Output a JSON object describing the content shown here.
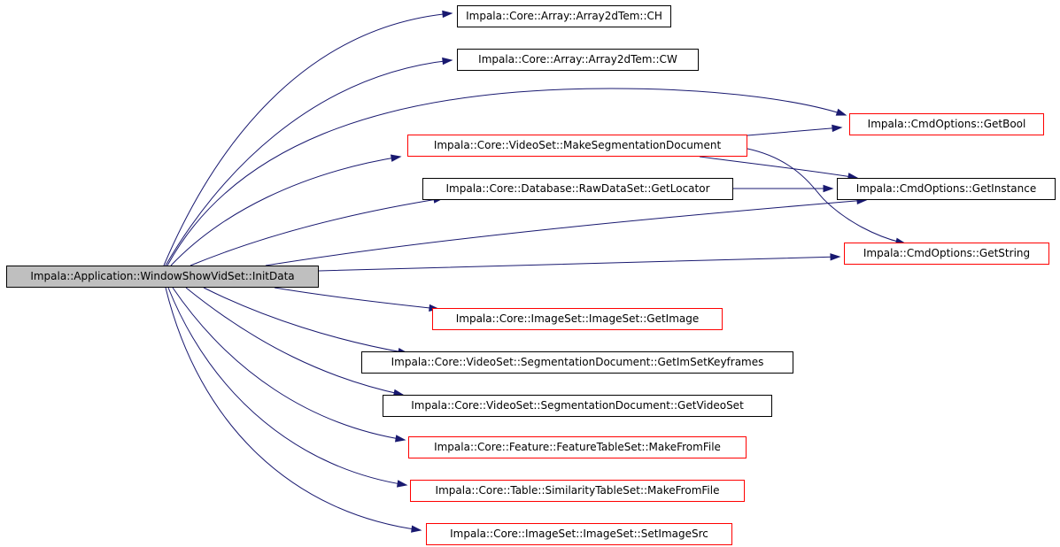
{
  "graph": {
    "edge_color": "#191970",
    "highlight_border_color": "#ff0000",
    "root_fill_color": "#bfbfbf",
    "root": "Impala::Application::WindowShowVidSet::InitData",
    "nodes": [
      {
        "id": "array-ch",
        "label": "Impala::Core::Array::Array2dTem::CH",
        "border": "black"
      },
      {
        "id": "array-cw",
        "label": "Impala::Core::Array::Array2dTem::CW",
        "border": "black"
      },
      {
        "id": "get-bool",
        "label": "Impala::CmdOptions::GetBool",
        "border": "red"
      },
      {
        "id": "make-seg-doc",
        "label": "Impala::Core::VideoSet::MakeSegmentationDocument",
        "border": "red"
      },
      {
        "id": "get-locator",
        "label": "Impala::Core::Database::RawDataSet::GetLocator",
        "border": "black"
      },
      {
        "id": "get-instance",
        "label": "Impala::CmdOptions::GetInstance",
        "border": "black"
      },
      {
        "id": "get-string",
        "label": "Impala::CmdOptions::GetString",
        "border": "red"
      },
      {
        "id": "get-image",
        "label": "Impala::Core::ImageSet::ImageSet::GetImage",
        "border": "red"
      },
      {
        "id": "get-imset-keyframes",
        "label": "Impala::Core::VideoSet::SegmentationDocument::GetImSetKeyframes",
        "border": "black"
      },
      {
        "id": "get-video-set",
        "label": "Impala::Core::VideoSet::SegmentationDocument::GetVideoSet",
        "border": "black"
      },
      {
        "id": "feature-make-from-file",
        "label": "Impala::Core::Feature::FeatureTableSet::MakeFromFile",
        "border": "red"
      },
      {
        "id": "similarity-make-from-file",
        "label": "Impala::Core::Table::SimilarityTableSet::MakeFromFile",
        "border": "red"
      },
      {
        "id": "set-image-src",
        "label": "Impala::Core::ImageSet::ImageSet::SetImageSrc",
        "border": "red"
      }
    ],
    "edges": [
      [
        "root",
        "array-ch"
      ],
      [
        "root",
        "array-cw"
      ],
      [
        "root",
        "get-bool"
      ],
      [
        "root",
        "make-seg-doc"
      ],
      [
        "root",
        "get-locator"
      ],
      [
        "root",
        "get-instance"
      ],
      [
        "root",
        "get-string"
      ],
      [
        "root",
        "get-image"
      ],
      [
        "root",
        "get-imset-keyframes"
      ],
      [
        "root",
        "get-video-set"
      ],
      [
        "root",
        "feature-make-from-file"
      ],
      [
        "root",
        "similarity-make-from-file"
      ],
      [
        "root",
        "set-image-src"
      ],
      [
        "make-seg-doc",
        "get-bool"
      ],
      [
        "make-seg-doc",
        "get-instance"
      ],
      [
        "make-seg-doc",
        "get-string"
      ],
      [
        "get-locator",
        "get-instance"
      ]
    ]
  }
}
